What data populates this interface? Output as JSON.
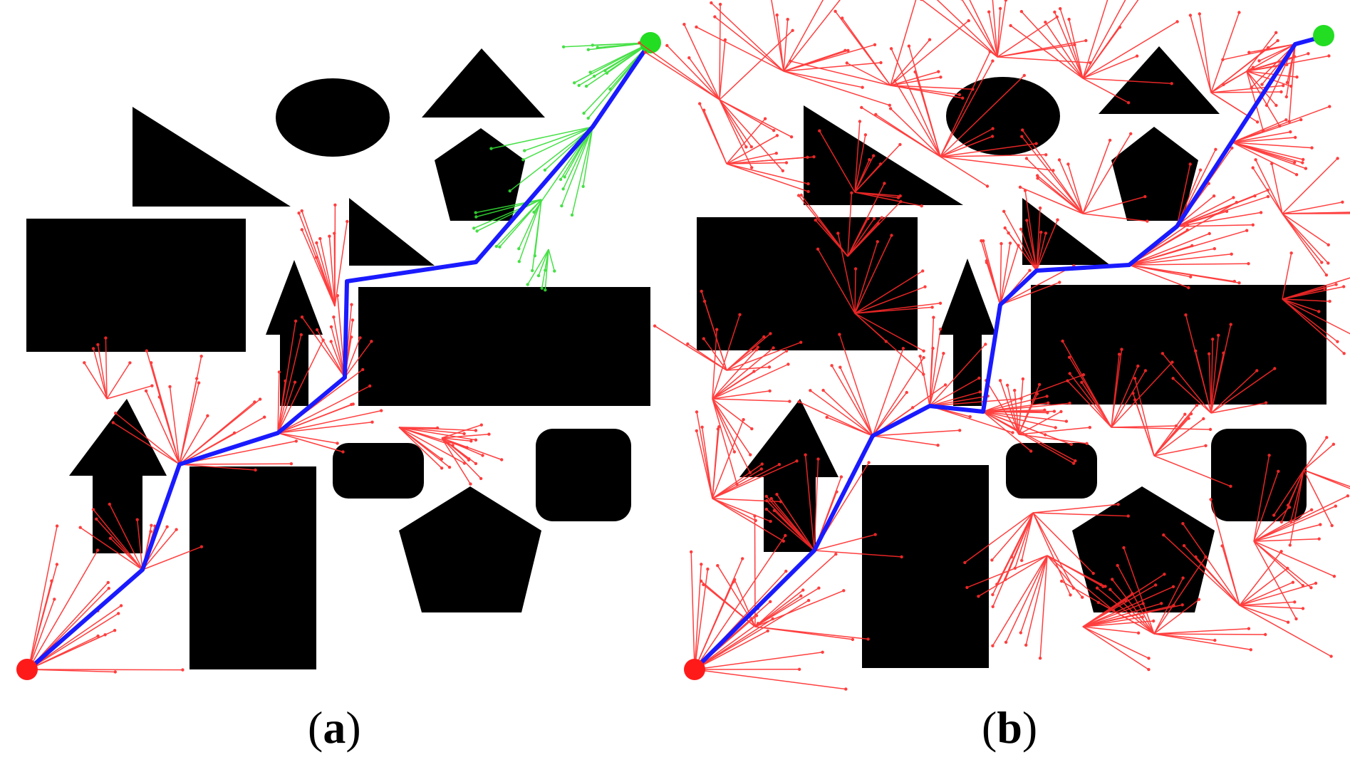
{
  "panels": [
    {
      "id": "a",
      "caption": {
        "open": "(",
        "letter": "a",
        "close": ")"
      },
      "tree_color": "#ff2a2a",
      "goal_tree_color": "#33dd33",
      "path_color": "#1a1aff"
    },
    {
      "id": "b",
      "caption": {
        "open": "(",
        "letter": "b",
        "close": ")"
      },
      "tree_color": "#ff2a2a",
      "path_color": "#1a1aff"
    }
  ],
  "colors": {
    "obstacle": "#000000",
    "start": "#ff1a1a",
    "goal": "#22dd22",
    "path": "#1a1aff",
    "tree": "#ff2a2a",
    "goal_tree": "#33dd33"
  }
}
